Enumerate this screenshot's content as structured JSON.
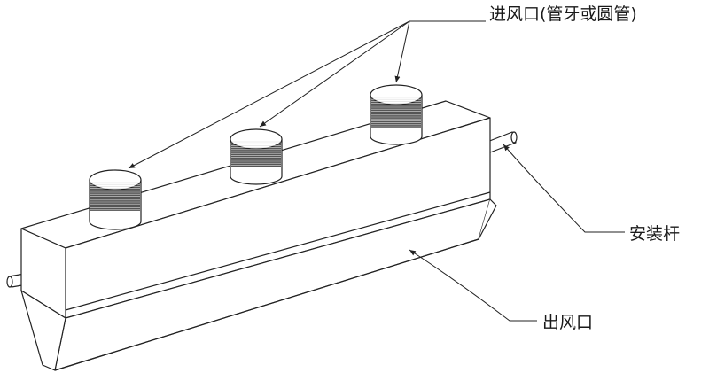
{
  "labels": {
    "inlet": "进风口(管牙或圆管)",
    "mount_rod": "安装杆",
    "outlet": "出风口"
  },
  "colors": {
    "line": "#222222",
    "fill": "#ffffff",
    "shade": "#f2f2f2"
  }
}
